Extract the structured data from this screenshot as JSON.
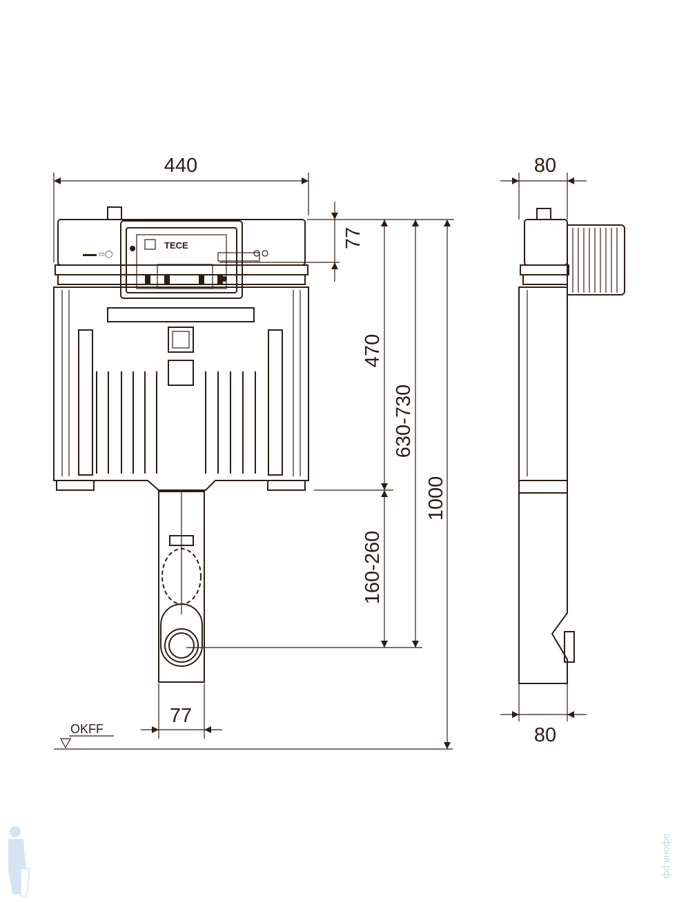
{
  "drawing": {
    "front_view": {
      "width_label": "440",
      "top_offset_label": "77",
      "tank_height_label": "470",
      "outlet_height_label": "630-730",
      "total_height_label": "1000",
      "pipe_height_label": "160-260",
      "pipe_width_label": "77",
      "floor_label": "OKFF",
      "brand_logo": "TECE"
    },
    "side_view": {
      "top_depth_label": "80",
      "bottom_depth_label": "80"
    },
    "watermark": "афоня.рф",
    "line_color": "#2b1d14"
  }
}
